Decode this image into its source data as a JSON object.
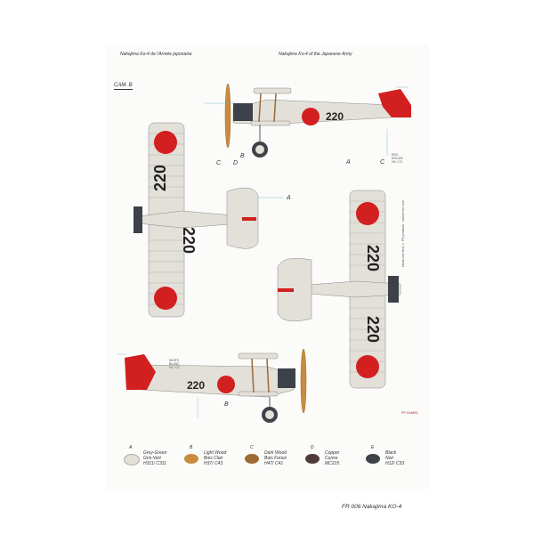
{
  "header": {
    "left": "Nakajima Ko-4 de l'Armée japonaise",
    "right": "Nakajima Ko-4 of the Japanese Army"
  },
  "camo_label": "CAM. B",
  "aircraft_number": "220",
  "callout_letters": {
    "A": "A",
    "B": "B",
    "C": "C",
    "D": "D"
  },
  "side_note_top": [
    "RED",
    "ROUGE",
    "H3 / C3"
  ],
  "side_note_bottom": [
    "WHITE",
    "BLANC",
    "H1 / C1"
  ],
  "vertical_text": "Hand-over text © FR products · www.frrom.com",
  "brand_badge": "FR GAMES",
  "colors": {
    "grey_green": "#e2e0d8",
    "roundel_red": "#d21f1f",
    "light_wood": "#c98b3c",
    "dark_wood": "#9c6a34",
    "copper": "#4e3a36",
    "black": "#3d4248"
  },
  "swatches": [
    {
      "letter": "A",
      "name1": "Grey-Green",
      "name2": "Gris-Vert",
      "code": "H311/ C311",
      "color": "#e2e0d8"
    },
    {
      "letter": "B",
      "name1": "Light Wood",
      "name2": "Bois Clair",
      "code": "H37/ C43",
      "color": "#c98b3c"
    },
    {
      "letter": "C",
      "name1": "Dark Wood",
      "name2": "Bois Foncé",
      "code": "H47/ C41",
      "color": "#9c6a34"
    },
    {
      "letter": "D",
      "name1": "Copper",
      "name2": "Cuivre",
      "code": "MC215",
      "color": "#4e3a36"
    },
    {
      "letter": "E",
      "name1": "Black",
      "name2": "Noir",
      "code": "H12/ C33",
      "color": "#3d4248"
    }
  ],
  "footer": "FR 006 Nakajima KO-4"
}
